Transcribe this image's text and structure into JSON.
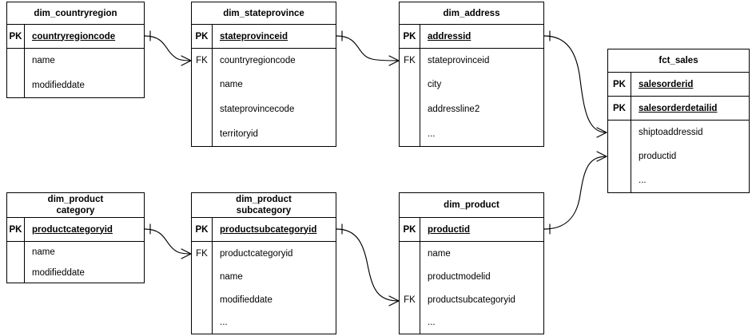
{
  "diagram": {
    "type": "entity-relationship-diagram",
    "notation": "crow's foot",
    "background_color": "#ffffff",
    "line_color": "#000000",
    "text_color": "#000000"
  },
  "entities": [
    {
      "id": "dim_countryregion",
      "title": "dim_countryregion",
      "pk_rows": [
        {
          "key": "PK",
          "name": "countryregioncode"
        }
      ],
      "body_rows": [
        {
          "key": "",
          "name": "name"
        },
        {
          "key": "",
          "name": "modifieddate"
        }
      ]
    },
    {
      "id": "dim_stateprovince",
      "title": "dim_stateprovince",
      "pk_rows": [
        {
          "key": "PK",
          "name": "stateprovinceid"
        }
      ],
      "body_rows": [
        {
          "key": "FK",
          "name": "countryregioncode"
        },
        {
          "key": "",
          "name": "name"
        },
        {
          "key": "",
          "name": "stateprovincecode"
        },
        {
          "key": "",
          "name": "territoryid"
        }
      ]
    },
    {
      "id": "dim_address",
      "title": "dim_address",
      "pk_rows": [
        {
          "key": "PK",
          "name": "addressid"
        }
      ],
      "body_rows": [
        {
          "key": "FK",
          "name": "stateprovinceid"
        },
        {
          "key": "",
          "name": "city"
        },
        {
          "key": "",
          "name": "addressline2"
        },
        {
          "key": "",
          "name": "..."
        }
      ]
    },
    {
      "id": "fct_sales",
      "title": "fct_sales",
      "pk_rows": [
        {
          "key": "PK",
          "name": "salesorderid"
        },
        {
          "key": "PK",
          "name": "salesorderdetailid"
        }
      ],
      "body_rows": [
        {
          "key": "",
          "name": "shiptoaddressid"
        },
        {
          "key": "",
          "name": "productid"
        },
        {
          "key": "",
          "name": "..."
        }
      ]
    },
    {
      "id": "dim_product_category",
      "title": "dim_product\ncategory",
      "pk_rows": [
        {
          "key": "PK",
          "name": "productcategoryid"
        }
      ],
      "body_rows": [
        {
          "key": "",
          "name": "name"
        },
        {
          "key": "",
          "name": "modifieddate"
        }
      ]
    },
    {
      "id": "dim_product_subcategory",
      "title": "dim_product\nsubcategory",
      "pk_rows": [
        {
          "key": "PK",
          "name": "productsubcategoryid"
        }
      ],
      "body_rows": [
        {
          "key": "FK",
          "name": "productcategoryid"
        },
        {
          "key": "",
          "name": "name"
        },
        {
          "key": "",
          "name": "modifieddate"
        },
        {
          "key": "",
          "name": "..."
        }
      ]
    },
    {
      "id": "dim_product",
      "title": "dim_product",
      "pk_rows": [
        {
          "key": "PK",
          "name": "productid"
        }
      ],
      "body_rows": [
        {
          "key": "",
          "name": "name"
        },
        {
          "key": "",
          "name": "productmodelid"
        },
        {
          "key": "FK",
          "name": "productsubcategoryid"
        },
        {
          "key": "",
          "name": "..."
        }
      ]
    }
  ],
  "relationships": [
    {
      "id": "rel-countryregion-stateprovince",
      "from_entity": "dim_countryregion",
      "from_attribute": "countryregioncode",
      "to_entity": "dim_stateprovince",
      "to_attribute": "countryregioncode",
      "from_cardinality": "one",
      "to_cardinality": "many"
    },
    {
      "id": "rel-stateprovince-address",
      "from_entity": "dim_stateprovince",
      "from_attribute": "stateprovinceid",
      "to_entity": "dim_address",
      "to_attribute": "stateprovinceid",
      "from_cardinality": "one",
      "to_cardinality": "many"
    },
    {
      "id": "rel-address-fctsales",
      "from_entity": "dim_address",
      "from_attribute": "addressid",
      "to_entity": "fct_sales",
      "to_attribute": "shiptoaddressid",
      "from_cardinality": "one",
      "to_cardinality": "many"
    },
    {
      "id": "rel-product-fctsales",
      "from_entity": "dim_product",
      "from_attribute": "productid",
      "to_entity": "fct_sales",
      "to_attribute": "productid",
      "from_cardinality": "one",
      "to_cardinality": "many"
    },
    {
      "id": "rel-productcategory-subcategory",
      "from_entity": "dim_product_category",
      "from_attribute": "productcategoryid",
      "to_entity": "dim_product_subcategory",
      "to_attribute": "productcategoryid",
      "from_cardinality": "one",
      "to_cardinality": "many"
    },
    {
      "id": "rel-subcategory-product",
      "from_entity": "dim_product_subcategory",
      "from_attribute": "productsubcategoryid",
      "to_entity": "dim_product",
      "to_attribute": "productsubcategoryid",
      "from_cardinality": "one",
      "to_cardinality": "many"
    }
  ]
}
